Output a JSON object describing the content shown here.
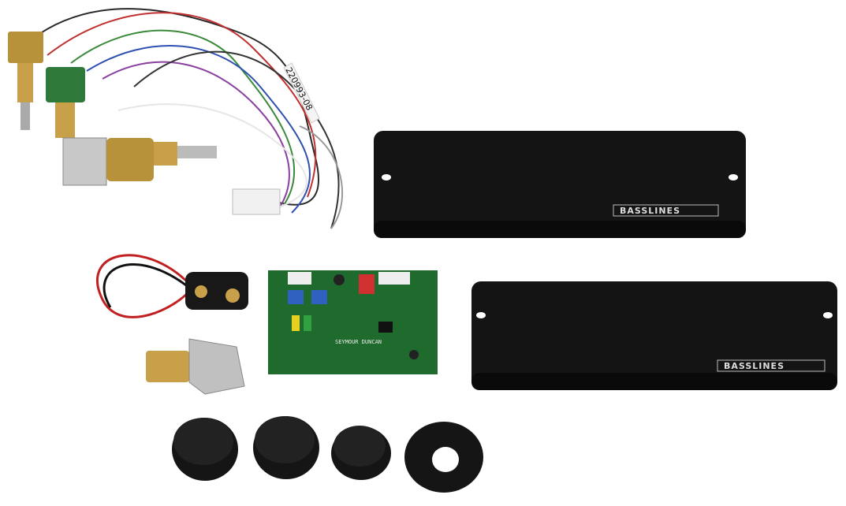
{
  "photo": {
    "pickup_logo": "BASSLINES",
    "wire_label": "220993-08",
    "pcb_text": "SEYMOUR DUNCAN",
    "colors": {
      "background": "#ffffff",
      "pickup": "#111111",
      "pcb": "#1f6b2e",
      "brass": "#b8923a"
    }
  }
}
